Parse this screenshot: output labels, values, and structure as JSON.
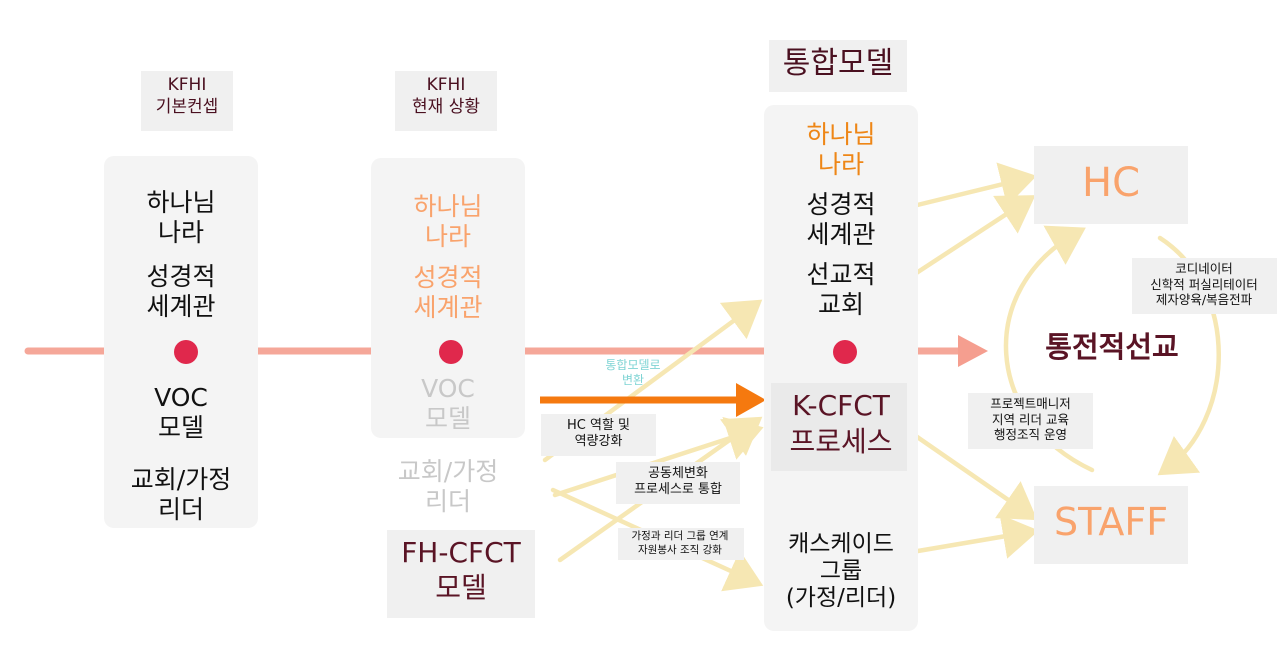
{
  "columns": {
    "col1": {
      "header": "KFHI\n기본컨셉",
      "item1": "하나님\n나라",
      "item2": "성경적\n세계관",
      "item3": "VOC\n모델",
      "item4": "교회/가정\n리더"
    },
    "col2": {
      "header": "KFHI\n현재 상황",
      "item1": "하나님\n나라",
      "item2": "성경적\n세계관",
      "item3": "VOC\n모델",
      "item4": "교회/가정\n리더",
      "model": "FH-CFCT\n모델"
    },
    "col3": {
      "header": "통합모델",
      "item1": "하나님\n나라",
      "item2": "성경적\n세계관",
      "item3": "선교적\n교회",
      "item4": "K-CFCT\n프로세스",
      "item5": "캐스케이드\n그룹\n(가정/리더)"
    }
  },
  "transition_label": "통합모델로\n변환",
  "arrow_labels": {
    "hc_role": "HC 역할 및\n역량강화",
    "community": "공동체변화\n프로세스로 통합",
    "family_leader": "가정과 리더 그룹 연계\n자원봉사 조직 강화"
  },
  "targets": {
    "hc": "HC",
    "staff": "STAFF",
    "center": "통전적선교",
    "hc_to_staff": "코디네이터\n신학적 퍼실리테이터\n제자양육/복음전파",
    "staff_to_hc": "프로젝트매니저\n지역 리더 교육\n행정조직 운영"
  },
  "colors": {
    "timeline": "#f59e8f",
    "dot": "#e0284c",
    "orange_arrow": "#f5790f",
    "pale_arrow": "#f6e7b3",
    "maroon": "#5a1425",
    "peach": "#f9a36c",
    "teal": "#7fd4d4"
  }
}
